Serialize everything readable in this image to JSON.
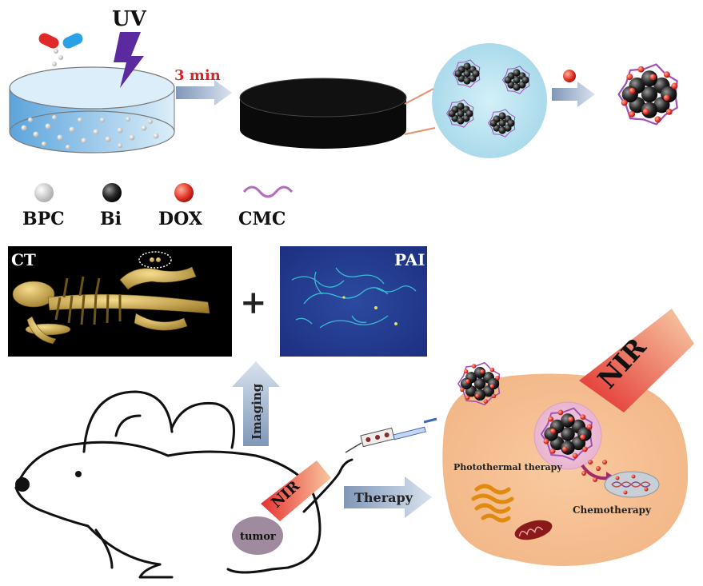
{
  "synthesis": {
    "uv_label": "UV",
    "time_label": "3 min"
  },
  "legend": [
    {
      "label": "BPC",
      "icon": "gray-sphere-icon"
    },
    {
      "label": "Bi",
      "icon": "black-sphere-icon"
    },
    {
      "label": "DOX",
      "icon": "red-sphere-icon"
    },
    {
      "label": "CMC",
      "icon": "purple-wave-icon"
    }
  ],
  "imaging": {
    "ct_label": "CT",
    "plus_sign": "+",
    "pai_label": "PAI",
    "arrow_label": "Imaging"
  },
  "therapy": {
    "nir_label": "NIR",
    "tumor_label": "tumor",
    "arrow_label": "Therapy",
    "nir_large_label": "NIR",
    "photothermal_label": "Photothermal therapy",
    "chemotherapy_label": "Chemotherapy"
  },
  "colors": {
    "red_label": "#e02020",
    "uv_bolt": "#5b2a9e",
    "arrow": "#8fa6c4",
    "dish_liquid": "#5aa9e0",
    "zoom_circle": "#b5e0ee",
    "cell": "#f7c49a",
    "cmc": "#a14fb5",
    "dox": "#e23a2a",
    "pai_bg": "#253a8f",
    "ct_bone": "#d8b45a",
    "tumor": "#a08aa0"
  }
}
